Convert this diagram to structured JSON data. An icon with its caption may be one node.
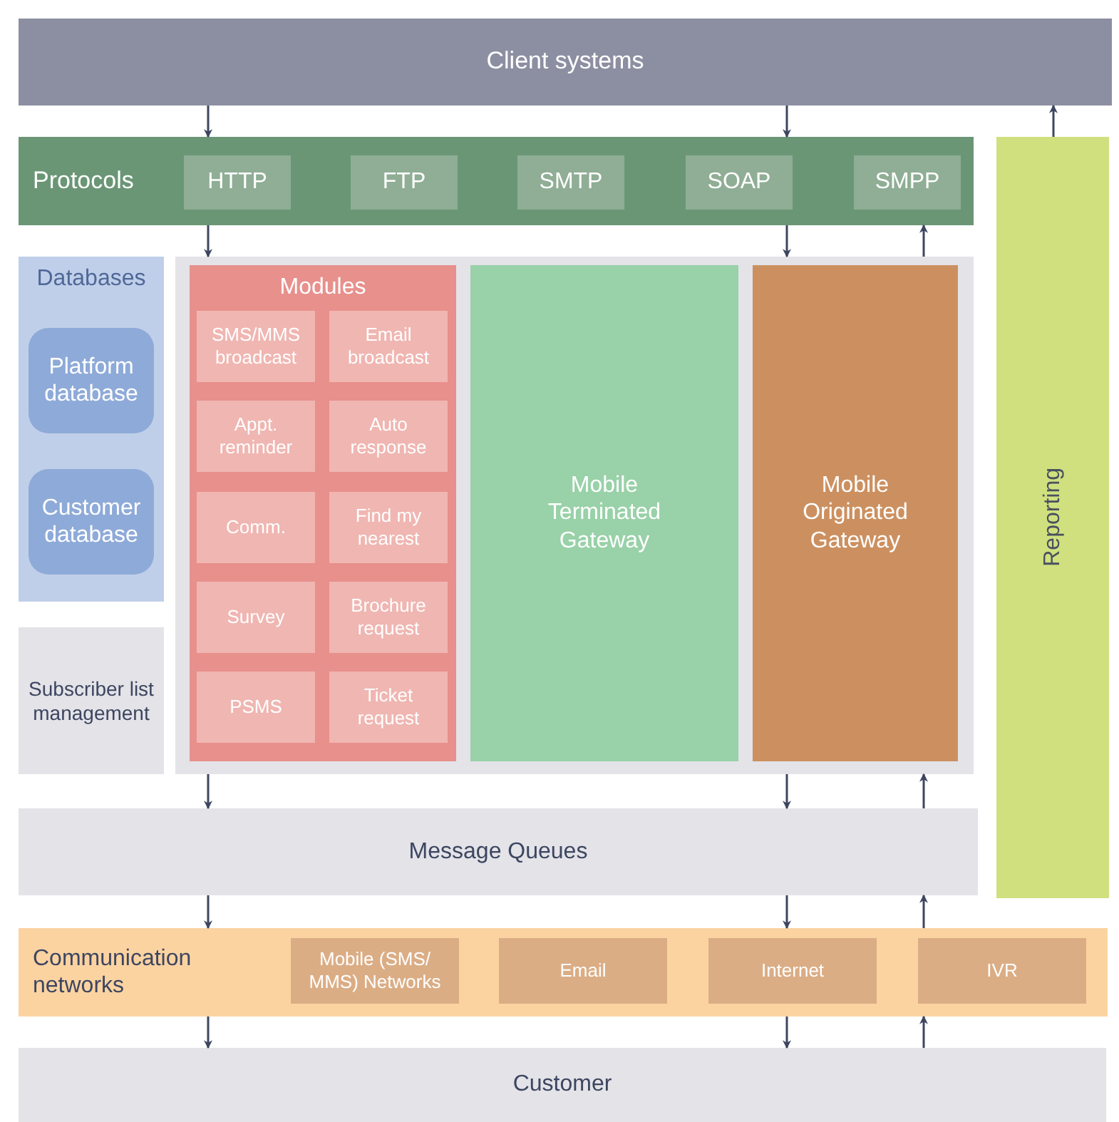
{
  "diagram": {
    "nodes": [
      {
        "text": [
          "Client systems"
        ]
      },
      {
        "text": [
          "Protocols"
        ]
      },
      {
        "text": [
          "HTTP"
        ],
        "in": 1
      },
      {
        "text": [
          "FTP"
        ],
        "in": 1
      },
      {
        "text": [
          "SMTP"
        ],
        "in": 1
      },
      {
        "text": [
          "SOAP"
        ],
        "in": 1
      },
      {
        "text": [
          "SMPP"
        ],
        "in": 1
      },
      {
        "text": [
          "Reporting"
        ]
      },
      {
        "text": [
          "Databases"
        ]
      },
      {
        "text": [
          "Platform database"
        ],
        "in": 8
      },
      {
        "text": [
          "Customer database"
        ],
        "in": 8
      },
      {
        "text": [
          "Subscriber list management"
        ]
      },
      {
        "text": [],
        "shape": "box"
      },
      {
        "text": [
          "Modules"
        ],
        "in": 12
      },
      {
        "text": [
          "SMS/MMS broadcast"
        ],
        "in": 13
      },
      {
        "text": [
          "Email broadcast"
        ],
        "in": 13
      },
      {
        "text": [
          "Appt. reminder"
        ],
        "in": 13
      },
      {
        "text": [
          "Auto response"
        ],
        "in": 13
      },
      {
        "text": [
          "Comm."
        ],
        "in": 13
      },
      {
        "text": [
          "Find my nearest"
        ],
        "in": 13
      },
      {
        "text": [
          "Survey"
        ],
        "in": 13
      },
      {
        "text": [
          "Brochure request"
        ],
        "in": 13
      },
      {
        "text": [
          "PSMS"
        ],
        "in": 13
      },
      {
        "text": [
          "Ticket request"
        ],
        "in": 13
      },
      {
        "text": [
          "Mobile Terminated Gateway"
        ],
        "in": 12
      },
      {
        "text": [
          "Mobile Originated Gateway"
        ],
        "in": 12
      },
      {
        "text": [
          "Message Queues"
        ]
      },
      {
        "text": [
          "Communication networks"
        ]
      },
      {
        "text": [
          "Mobile (SMS/ MMS) Networks"
        ],
        "in": 27
      },
      {
        "text": [
          "Email"
        ],
        "in": 27
      },
      {
        "text": [
          "Internet"
        ],
        "in": 27
      },
      {
        "text": [
          "IVR"
        ],
        "in": 27
      },
      {
        "text": [
          "Customer"
        ]
      }
    ],
    "edges": [
      {
        "from": 0,
        "to": 1,
        "arrow": "to"
      },
      {
        "from": 0,
        "to": 1,
        "arrow": "to"
      },
      {
        "from": 1,
        "to": 12,
        "arrow": "to"
      },
      {
        "from": 1,
        "to": 12,
        "arrow": "to"
      },
      {
        "from": 12,
        "to": 1,
        "arrow": "to"
      },
      {
        "from": 12,
        "to": 26,
        "arrow": "to"
      },
      {
        "from": 12,
        "to": 26,
        "arrow": "to"
      },
      {
        "from": 26,
        "to": 12,
        "arrow": "to"
      },
      {
        "from": 26,
        "to": 27,
        "arrow": "to"
      },
      {
        "from": 26,
        "to": 27,
        "arrow": "to"
      },
      {
        "from": 27,
        "to": 26,
        "arrow": "to"
      },
      {
        "from": 27,
        "to": 32,
        "arrow": "to"
      },
      {
        "from": 27,
        "to": 32,
        "arrow": "to"
      },
      {
        "from": 32,
        "to": 27,
        "arrow": "to"
      },
      {
        "from": 7,
        "to": 0,
        "arrow": "to"
      }
    ]
  }
}
